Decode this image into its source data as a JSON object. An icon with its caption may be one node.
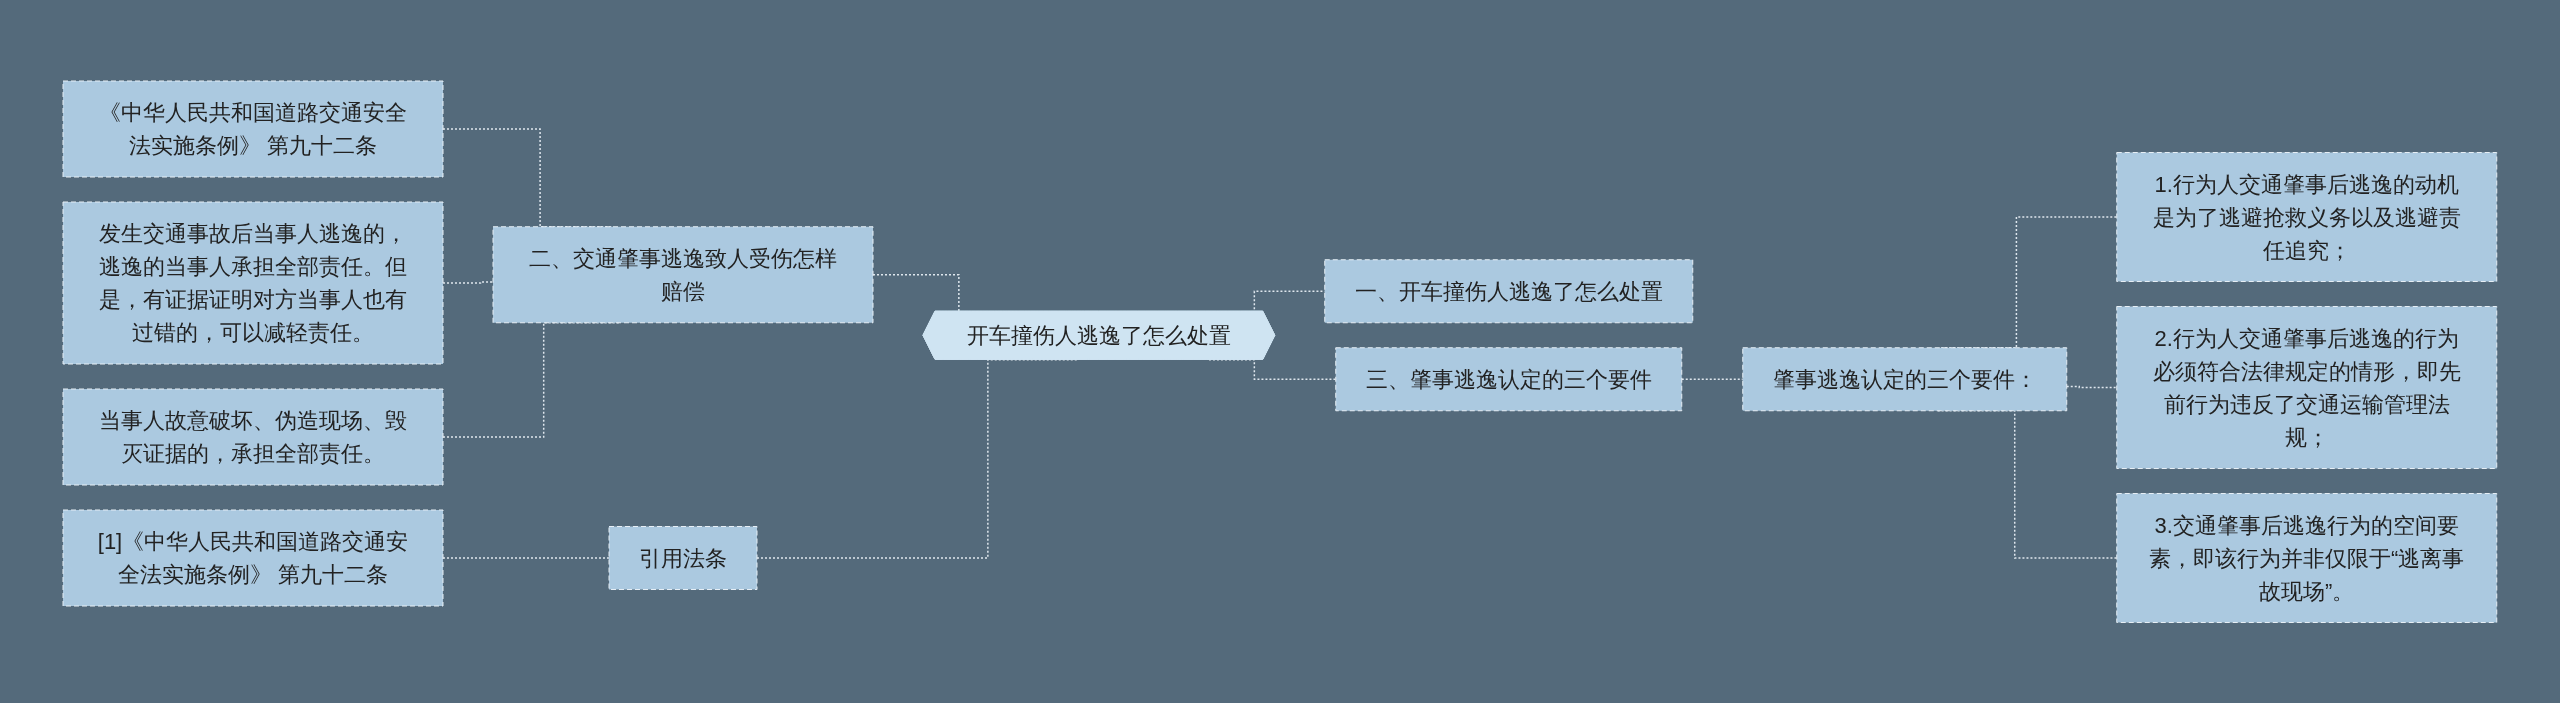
{
  "diagram": {
    "nodes": [
      {
        "text": [
          "开车撞伤人逃逸了怎么处置"
        ]
      },
      {
        "text": [
          "二、交通肇事逃逸致人受伤怎样赔偿"
        ]
      },
      {
        "text": [
          "《中华人民共和国道路交通安全法实施条例》 第九十二条"
        ]
      },
      {
        "text": [
          "发生交通事故后当事人逃逸的，逃逸的当事人承担全部责任。但是，有证据证明对方当事人也有过错的，可以减轻责任。"
        ]
      },
      {
        "text": [
          "当事人故意破坏、伪造现场、毁灭证据的，承担全部责任。"
        ]
      },
      {
        "text": [
          "引用法条"
        ]
      },
      {
        "text": [
          "[1]《中华人民共和国道路交通安全法实施条例》 第九十二条"
        ]
      },
      {
        "text": [
          "一、开车撞伤人逃逸了怎么处置"
        ]
      },
      {
        "text": [
          "三、肇事逃逸认定的三个要件"
        ]
      },
      {
        "text": [
          "肇事逃逸认定的三个要件："
        ]
      },
      {
        "text": [
          "1.行为人交通肇事后逃逸的动机是为了逃避抢救义务以及逃避责任追究；"
        ]
      },
      {
        "text": [
          "2.行为人交通肇事后逃逸的行为必须符合法律规定的情形，即先前行为违反了交通运输管理法规；"
        ]
      },
      {
        "text": [
          "3.交通肇事后逃逸行为的空间要素，即该行为并非仅限于“逃离事故现场”。"
        ]
      }
    ],
    "edges": [
      {
        "from": 2,
        "to": 1,
        "arrow": "none",
        "style": "dashed"
      },
      {
        "from": 3,
        "to": 1,
        "arrow": "none",
        "style": "dashed"
      },
      {
        "from": 4,
        "to": 1,
        "arrow": "none",
        "style": "dashed"
      },
      {
        "from": 1,
        "to": 0,
        "arrow": "none",
        "style": "dashed"
      },
      {
        "from": 6,
        "to": 5,
        "arrow": "none",
        "style": "dashed"
      },
      {
        "from": 5,
        "to": 0,
        "arrow": "none",
        "style": "dashed"
      },
      {
        "from": 0,
        "to": 7,
        "arrow": "none",
        "style": "dashed"
      },
      {
        "from": 0,
        "to": 8,
        "arrow": "none",
        "style": "dashed"
      },
      {
        "from": 8,
        "to": 9,
        "arrow": "none",
        "style": "dashed"
      },
      {
        "from": 9,
        "to": 10,
        "arrow": "none",
        "style": "dashed"
      },
      {
        "from": 9,
        "to": 11,
        "arrow": "none",
        "style": "dashed"
      },
      {
        "from": 9,
        "to": 12,
        "arrow": "none",
        "style": "dashed"
      }
    ]
  }
}
